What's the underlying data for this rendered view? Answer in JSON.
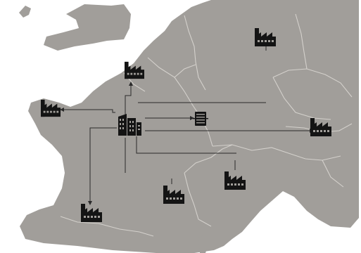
{
  "map": {
    "region": "Western Europe",
    "colors": {
      "land": "#a19e9a",
      "water": "#ffffff",
      "borders": "#d9d6d2",
      "links": "#2a2a2a",
      "icons": "#141414"
    },
    "hub": {
      "icon": "office-building-icon"
    },
    "datacenter": {
      "icon": "server-rack-icon"
    },
    "factories": [
      {
        "id": "factory-germany-east",
        "icon": "factory-icon"
      },
      {
        "id": "factory-channel-coast",
        "icon": "factory-icon"
      },
      {
        "id": "factory-brittany",
        "icon": "factory-icon"
      },
      {
        "id": "factory-austria",
        "icon": "factory-icon"
      },
      {
        "id": "factory-north-italy",
        "icon": "factory-icon"
      },
      {
        "id": "factory-south-france",
        "icon": "factory-icon"
      },
      {
        "id": "factory-southwest-france",
        "icon": "factory-icon"
      }
    ]
  }
}
